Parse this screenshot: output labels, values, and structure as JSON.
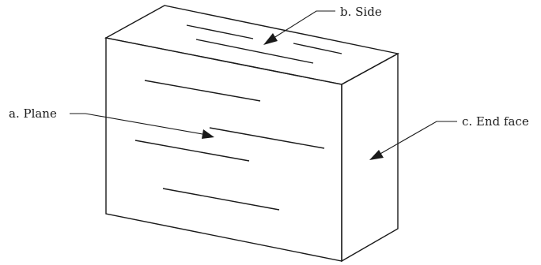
{
  "labels": {
    "side": "b. Side",
    "plane": "a. Plane",
    "end_face": "c. End face"
  }
}
